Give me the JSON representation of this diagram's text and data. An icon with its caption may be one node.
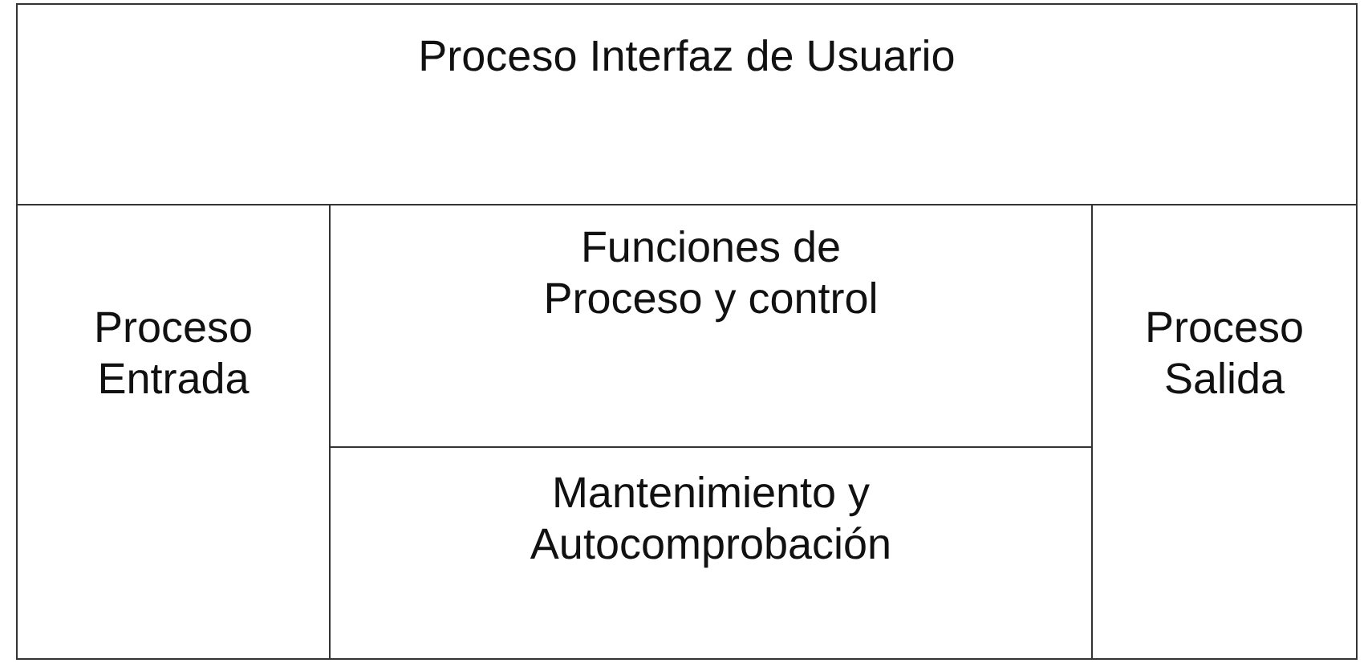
{
  "diagram": {
    "nodes": [
      {
        "text": [
          "Proceso Interfaz de Usuario"
        ]
      },
      {
        "text": [
          "Proceso Entrada"
        ]
      },
      {
        "text": [
          "Funciones de Proceso y control"
        ]
      },
      {
        "text": [
          "Mantenimiento y Autocomprobación"
        ]
      },
      {
        "text": [
          "Proceso Salida"
        ]
      }
    ]
  }
}
